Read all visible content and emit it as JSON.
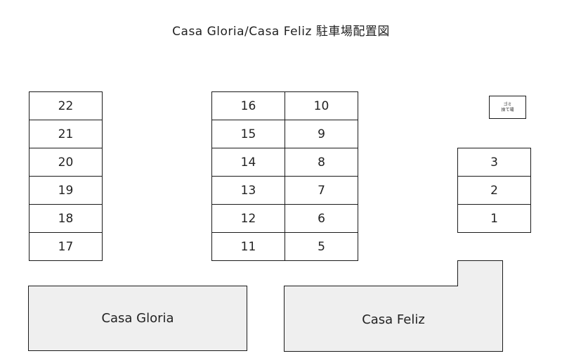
{
  "title": "Casa Gloria/Casa Feliz 駐車場配置図",
  "slots": {
    "left_column": [
      "22",
      "21",
      "20",
      "19",
      "18",
      "17"
    ],
    "center_left_column": [
      "16",
      "15",
      "14",
      "13",
      "12",
      "11"
    ],
    "center_right_column": [
      "10",
      "9",
      "8",
      "7",
      "6",
      "5"
    ],
    "right_column": [
      "3",
      "2",
      "1"
    ]
  },
  "trash": {
    "line1": "ゴミ",
    "line2": "捨て場"
  },
  "buildings": {
    "gloria": "Casa Gloria",
    "feliz": "Casa Feliz"
  },
  "colors": {
    "building_fill": "#efefef",
    "outline": "#1a1a1a"
  }
}
